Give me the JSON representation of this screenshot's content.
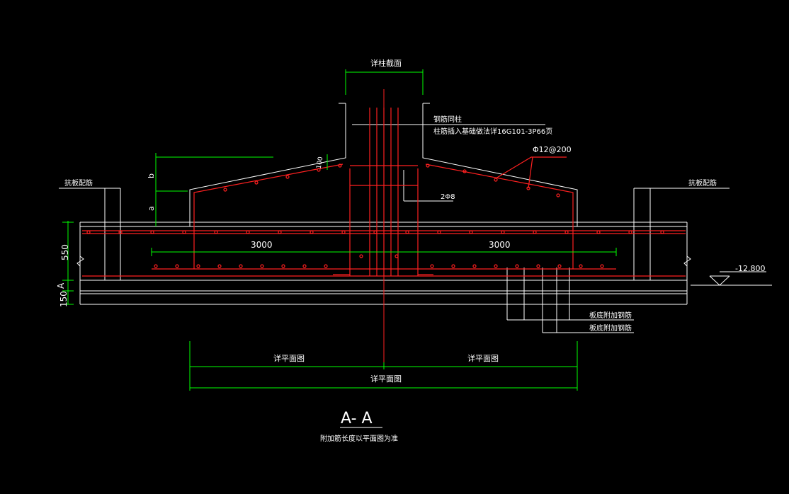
{
  "drawing": {
    "column_section_label": "详柱截面",
    "column_rebar_note_1": "钢筋同柱",
    "column_rebar_note_2": "柱筋插入基础做法详16G101-3P66页",
    "slope_rebar": "Φ12@200",
    "stirrup_note": "2Φ8",
    "dim_b": "b",
    "dim_a": "a",
    "dim_100": "100",
    "left_slab_rebar": "抗板配筋",
    "right_slab_rebar": "抗板配筋",
    "dim_left_3000": "3000",
    "dim_right_3000": "3000",
    "thickness_550": "550",
    "thickness_150": "150",
    "thickness_A": "A",
    "elevation": "-12.800",
    "add_rebar_1": "板底附加钢筋",
    "add_rebar_2": "板底附加钢筋",
    "plan_ref_left": "详平面图",
    "plan_ref_right": "详平面图",
    "plan_ref_total": "详平面图",
    "section_title": "A- A",
    "section_note": "附加筋长度以平面图为准"
  },
  "colors": {
    "outline": "#ffffff",
    "rebar": "#ff2020",
    "dimension": "#00ff00",
    "background": "#000000"
  }
}
